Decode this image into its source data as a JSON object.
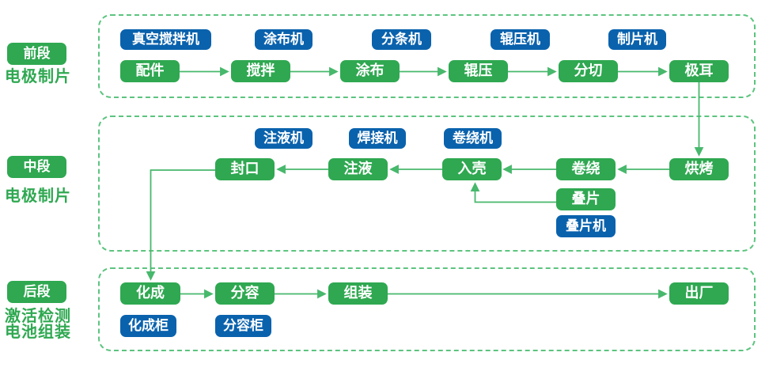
{
  "colors": {
    "process_green": "#2fa851",
    "equipment_blue": "#0a62ad",
    "dashed_border_green": "#5cc47f",
    "arrow_green": "#47b86c",
    "stage_text_green": "#2fa851",
    "node_text": "#ffffff",
    "background": "#ffffff"
  },
  "stages": [
    {
      "label": "前段",
      "subtitle": [
        "电极制片"
      ]
    },
    {
      "label": "中段",
      "subtitle": [
        "电极制片"
      ]
    },
    {
      "label": "后段",
      "subtitle": [
        "激活检测",
        "电池组装"
      ]
    }
  ],
  "front": {
    "equipment": [
      "真空搅拌机",
      "涂布机",
      "分条机",
      "辊压机",
      "制片机"
    ],
    "process": [
      "配件",
      "搅拌",
      "涂布",
      "辊压",
      "分切",
      "极耳"
    ]
  },
  "middle": {
    "equipment": [
      "注液机",
      "焊接机",
      "卷绕机",
      "叠片机"
    ],
    "process": [
      "封口",
      "注液",
      "入壳",
      "卷绕",
      "烘烤",
      "叠片"
    ]
  },
  "back": {
    "process": [
      "化成",
      "分容",
      "组装",
      "出厂"
    ],
    "equipment": [
      "化成柜",
      "分容柜"
    ]
  },
  "flow_connections": [
    "配件→搅拌",
    "搅拌→涂布",
    "涂布→辊压",
    "辊压→分切",
    "分切→极耳",
    "极耳→烘烤",
    "烘烤→卷绕",
    "卷绕→入壳",
    "叠片→入壳",
    "入壳→注液",
    "注液→封口",
    "封口→化成",
    "化成→分容",
    "分容→组装",
    "组装→出厂"
  ]
}
